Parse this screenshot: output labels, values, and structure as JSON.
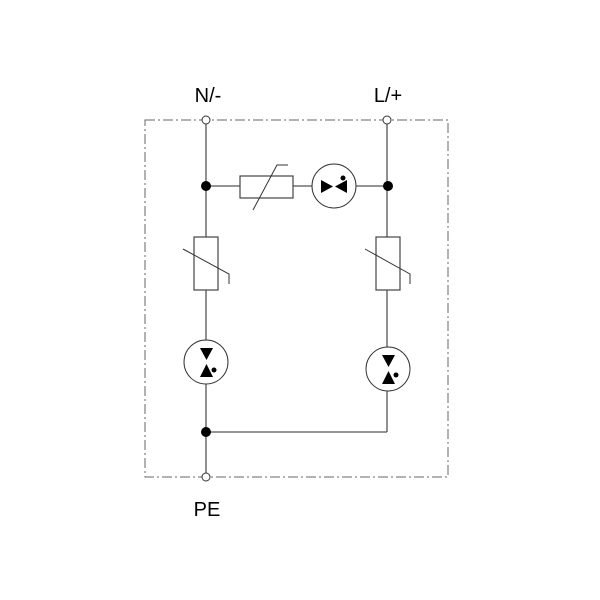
{
  "labels": {
    "neutral": "N/-",
    "line": "L/+",
    "earth": "PE"
  },
  "colors": {
    "line": "#555555",
    "fill": "#000000"
  }
}
